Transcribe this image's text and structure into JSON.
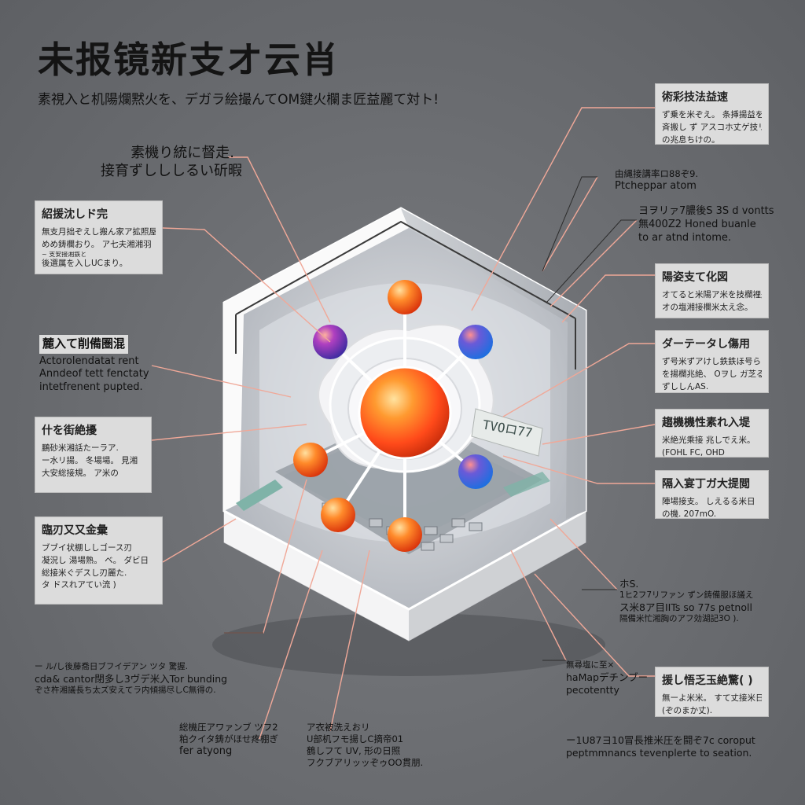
{
  "header": {
    "title": "未报镜新支オ云肖",
    "subtitle": "素視入と机陽爛黙火を、デガラ絵撮んてOM鍵火欄ま匠益麗て対ト!"
  },
  "labels": {
    "center_top": [
      "素機り統に督走.",
      "接育ずしししるい斫暇"
    ],
    "right_sub_1": [
      "由縄接講率ロ88ぞ9.",
      "Ptcheppar atom"
    ],
    "right_sub_2": [
      "ヨヲリァ7膿後S 3S d vontts",
      "無400Z2 Honed buanle",
      "to ar atnd intome."
    ],
    "right_plain_lower": [
      "ホS.",
      "1ヒ2フ7リファン ずン鋳備服ほ議え",
      "ス米8ア目IITs so 77s petnoll",
      "隔備米忙湘胸のアフ効湖記3O )."
    ],
    "right_plain_bottom_mid": [
      "無尋塩に至×",
      "haMapデチンブー",
      "pecotentty"
    ],
    "right_bottom_line": [
      "ー1U87ヨ10冒長推米圧を闘ぞ7c corоput",
      "peptmmnancs tevenplerte to seation."
    ],
    "left_bottom_line": [
      "ー ル/し後藤喬日ブフイデアン ツタ 驚握.",
      "cda& cantor閉多し3ヴデ米入Tor bunding",
      "ぞさ杵湘議長ち太ズ安えてラ内傾揚尽しC無得の."
    ],
    "bottom_left_small": [
      "総機圧アワァンブ ツフ2",
      "粕クイタ鋳がほせ疼棚ぎ",
      "fer atyong"
    ],
    "bottom_mid_small": [
      "ア衣被洗えおリ",
      "U部机フモ揚しC摘帝01",
      "鶴しフて UV, 形の日照",
      "フクブアリッッぞゥOO貫朋."
    ]
  },
  "boxes": {
    "box_1": {
      "title": "紹援沈しド完",
      "lines": [
        "無支月拙ぞえし搬ん家ア拡照屋",
        "めめ鋳欄おり。 ア七夫湘湘羽",
        "  ~ 支安接湘鉄と",
        "後選属を入しUCまり。"
      ]
    },
    "box_2": {
      "title": "麓入て削備圏混",
      "lines": [
        "Actorolendatat rent",
        "Anndeof tett fenctaty",
        "intetfrenent pupted."
      ]
    },
    "box_3": {
      "title": "什を街絶擾",
      "lines": [
        "鵬砂米湘話たーラア.",
        "ー水リ揚。 冬場場。 見湘",
        "大安総接規。 ア米の"
      ]
    },
    "box_4": {
      "title": "臨刃又又金彙",
      "lines": [
        "ブブイ状棚ししゴース刃",
        "凝況し 湯場熟。 ベ。 ダビ日",
        "総接米ぐデスし刃麗た.",
        "タ ドスれアてい流 )"
      ]
    },
    "box_r1": {
      "title": "術彩技法益速",
      "lines": [
        "ず乗を米ぞえ。 条挿揚益を入た",
        "斉搬し ず アスコホ丈ゲ技リ",
        "の兆息ちけの。"
      ]
    },
    "box_r2": {
      "title": "陽姿支て化図",
      "lines": [
        "オてると米陽ア米を技欄裡船",
        "オの塩湘接欄米太え念。"
      ]
    },
    "box_r3": {
      "title": "ダーテータし傷用",
      "lines": [
        "ず号米ずアけし鉄鉄ほ号ら",
        "を揚欄兆絶、 Oヲし ガ芝る",
        "ずししんAS."
      ]
    },
    "box_r4": {
      "title": "趨機機性素れ入堤",
      "lines": [
        "米絶光乘接 兆しでえ米。",
        "(FOHL FC, OHD"
      ]
    },
    "box_r5": {
      "title": "隔入宴丁ガ大提閲",
      "lines": [
        "陣場接支。 しえるる米日",
        "の機. 207mO."
      ]
    },
    "box_r6": {
      "title": "援し悟乏玉絶驚( )",
      "lines": [
        "無ーよ米米。 すて丈接米日",
        "(ぞのまか丈)."
      ]
    }
  },
  "device": {
    "panel_text": "TVOロ77"
  },
  "colors": {
    "background": "#6a6c70",
    "leader_line": "#f0a898",
    "box_fill": "#dcdcdc",
    "nucleus": "#ff4a1a",
    "electron_orange": "#ff5a1a",
    "electron_purple": "#7a3dd0",
    "electron_blue": "#2a7ae0"
  }
}
